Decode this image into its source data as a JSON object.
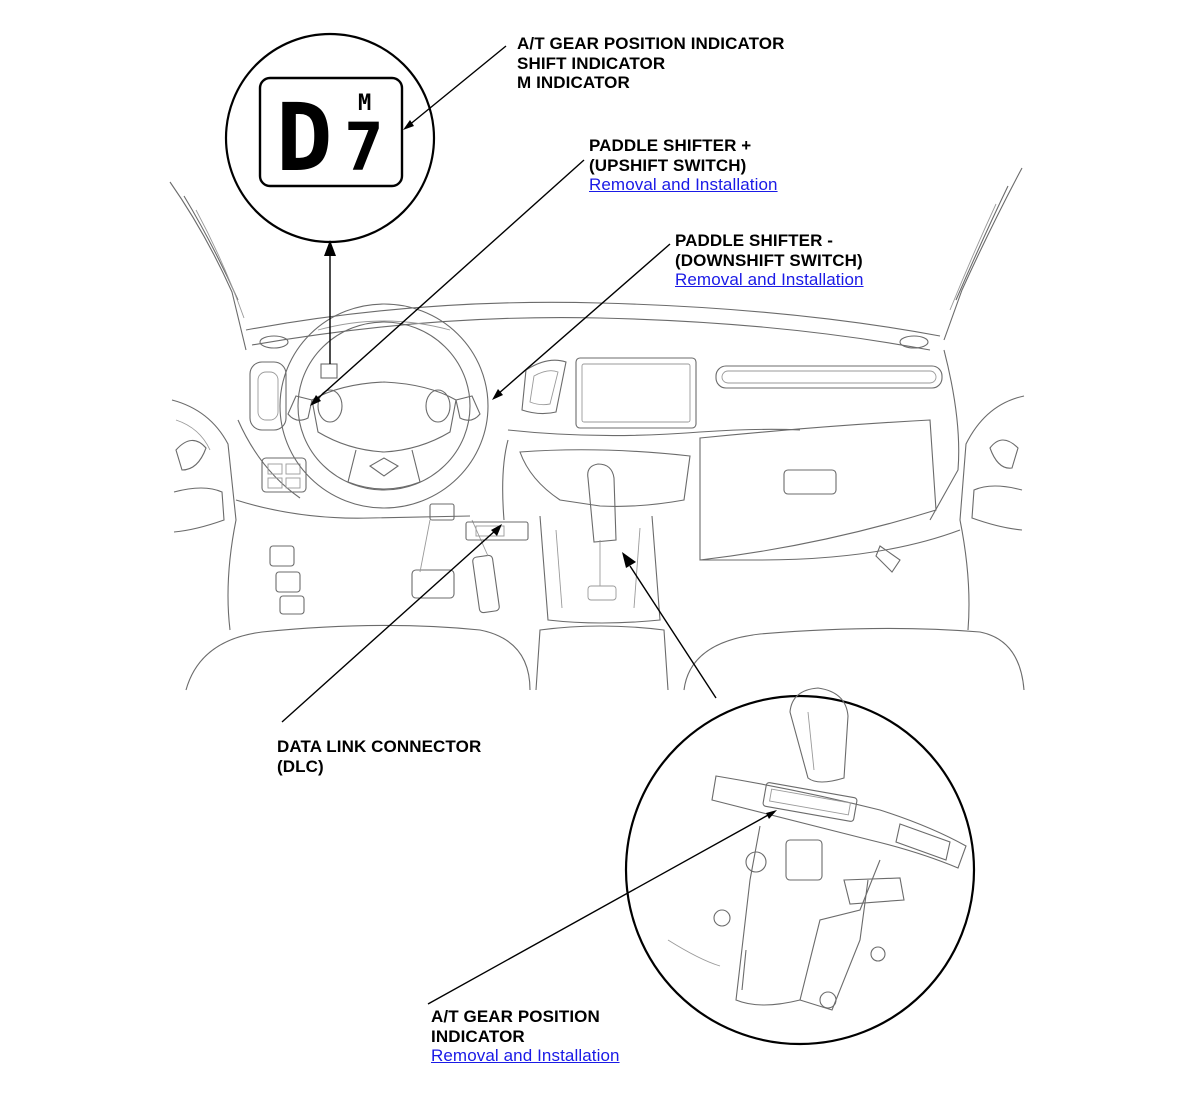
{
  "callouts": {
    "at_gear_indicator_top": {
      "lines": [
        "A/T GEAR POSITION INDICATOR",
        "SHIFT INDICATOR",
        "M INDICATOR"
      ]
    },
    "paddle_upshift": {
      "lines": [
        "PADDLE SHIFTER +",
        "(UPSHIFT SWITCH)"
      ],
      "link": "Removal and Installation"
    },
    "paddle_downshift": {
      "lines": [
        "PADDLE SHIFTER -",
        "(DOWNSHIFT SWITCH)"
      ],
      "link": "Removal and Installation"
    },
    "dlc": {
      "lines": [
        "DATA LINK CONNECTOR",
        "(DLC)"
      ]
    },
    "at_gear_indicator_bottom": {
      "lines": [
        "A/T GEAR POSITION",
        "INDICATOR"
      ],
      "link": "Removal and Installation"
    }
  },
  "display": {
    "gear": "D",
    "mode": "M",
    "manual_gear": "7"
  },
  "colors": {
    "link": "#1a1ae6",
    "ink": "#000000",
    "outline": "#6b6b6b"
  }
}
